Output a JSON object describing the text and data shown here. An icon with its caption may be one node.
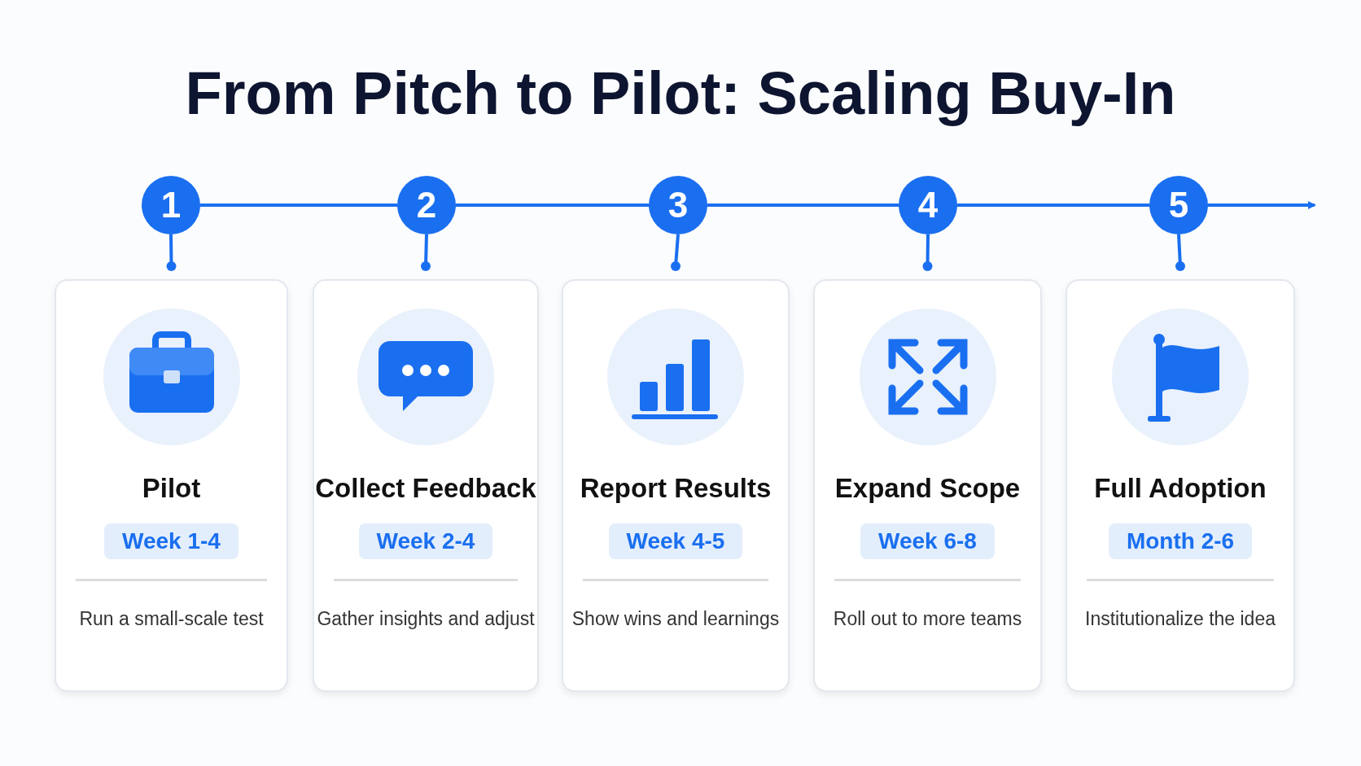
{
  "diagram": {
    "title": "From Pitch to Pilot: Scaling Buy-In",
    "nodes": [
      {
        "text": [
          "1"
        ]
      },
      {
        "text": [
          "2"
        ]
      },
      {
        "text": [
          "3"
        ]
      },
      {
        "text": [
          "4"
        ]
      },
      {
        "text": [
          "5"
        ]
      },
      {
        "text": [
          "Pilot",
          "Week 1-4",
          "Run a small-scale test"
        ]
      },
      {
        "text": [
          "Collect Feedback",
          "Week 2-4",
          "Gather insights and adjust"
        ]
      },
      {
        "text": [
          "Report Results",
          "Week 4-5",
          "Show wins and learnings"
        ]
      },
      {
        "text": [
          "Expand Scope",
          "Week 6-8",
          "Roll out to more teams"
        ]
      },
      {
        "text": [
          "Full Adoption",
          "Month 2-6",
          "Institutionalize the idea"
        ]
      }
    ],
    "edges": [
      {
        "from": 0,
        "to": 1,
        "arrow": "none"
      },
      {
        "from": 1,
        "to": 2,
        "arrow": "none"
      },
      {
        "from": 2,
        "to": 3,
        "arrow": "none"
      },
      {
        "from": 3,
        "to": 4,
        "arrow": "none"
      },
      {
        "from": 4,
        "to": null,
        "arrow": "to"
      },
      {
        "from": 0,
        "to": 5,
        "arrow": "other"
      },
      {
        "from": 1,
        "to": 6,
        "arrow": "other"
      },
      {
        "from": 2,
        "to": 7,
        "arrow": "other"
      },
      {
        "from": 3,
        "to": 8,
        "arrow": "other"
      },
      {
        "from": 4,
        "to": 9,
        "arrow": "other"
      }
    ]
  }
}
